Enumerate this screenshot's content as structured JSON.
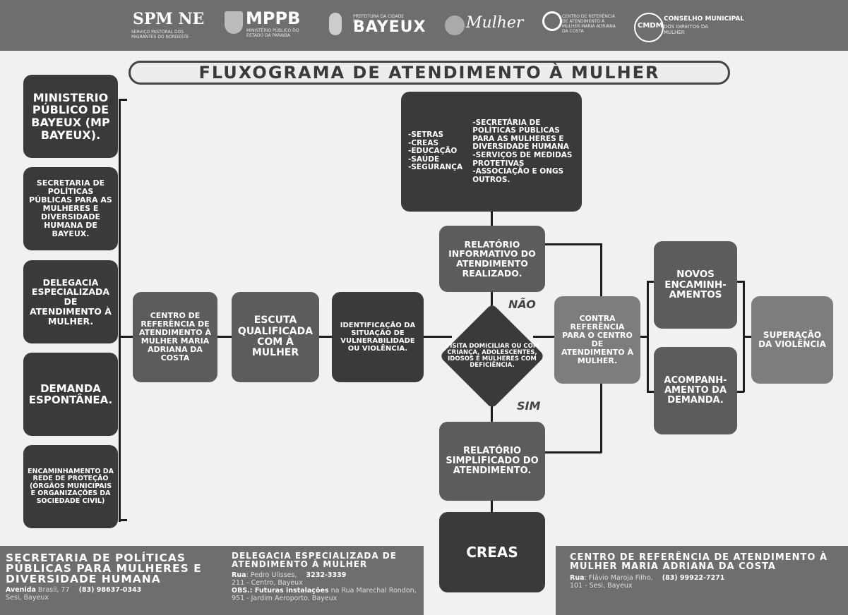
{
  "header": {
    "logos": {
      "spm_ne": {
        "name": "SPM NE",
        "sub": "SERVIÇO PASTORAL DOS MIGRANTES DO NORDESTE"
      },
      "mppb": {
        "name": "MPPB",
        "sub": "MINISTÉRIO PÚBLICO DO ESTADO DA PARAÍBA"
      },
      "bayeux": {
        "name": "BAYEUX",
        "sub": "PREFEITURA DA CIDADE DE"
      },
      "mulher": {
        "name": "Mulher"
      },
      "centro": {
        "sub": "CENTRO DE REFERÊNCIA DE ATENDIMENTO À MULHER MARIA ADRIANA DA COSTA"
      },
      "cmdm": {
        "name": "CMDM",
        "title": "CONSELHO MUNICIPAL",
        "sub": "DOS DIREITOS DA MULHER"
      }
    }
  },
  "title": "FLUXOGRAMA DE ATENDIMENTO À MULHER",
  "left_column": [
    "MINISTERIO PÚBLICO DE BAYEUX (MP BAYEUX).",
    "SECRETARIA DE POLÍTICAS PÚBLICAS PARA AS MULHERES E DIVERSIDADE HUMANA DE BAYEUX.",
    "DELEGACIA ESPECIALIZADA DE ATENDIMENTO À MULHER.",
    "DEMANDA ESPONTÂNEA.",
    "ENCAMINHAMENTO DA REDE DE PROTEÇÃO (ÓRGÃOS MUNICIPAIS E ORGANIZAÇÕES DA SOCIEDADE CIVIL)"
  ],
  "flow": {
    "centro": "CENTRO DE REFERÊNCIA DE ATENDIMENTO À MULHER MARIA ADRIANA DA COSTA",
    "escuta": "ESCUTA QUALIFICADA COM À MULHER",
    "identificacao": "IDENTIFICAÇÃO DA SITUAÇÃO DE VULNERABILIDADE OU VIOLÊNCIA.",
    "diamond": "VISITA DOMICILIAR OU COM CRIANÇA, ADOLESCENTES, IDOSOS E MULHERES COM DEFICIÊNCIA.",
    "nao": "NÃO",
    "sim": "SIM",
    "rede_left": [
      "-SETRAS",
      "-CREAS",
      "-EDUCAÇÃO",
      "-SAÚDE",
      "-SEGURANÇA"
    ],
    "rede_right": [
      "-SECRETÁRIA DE POLÍTICAS PÚBLICAS PARA AS MULHERES E DIVERSIDADE HUMANA",
      "-SERVIÇOS DE MEDIDAS PROTETIVAS",
      "-ASSOCIAÇÃO E ONGS",
      "OUTROS."
    ],
    "relatorio_informativo": "RELATÓRIO INFORMATIVO DO ATENDIMENTO REALIZADO.",
    "relatorio_simplificado": "RELATÓRIO SIMPLIFICADO DO ATENDIMENTO.",
    "creas": "CREAS",
    "contra": "CONTRA REFERÊNCIA PARA O CENTRO DE ATENDIMENTO À MULHER.",
    "novos": "NOVOS ENCAMINH-AMENTOS",
    "acompanhamento": "ACOMPANH-AMENTO DA DEMANDA.",
    "superacao": "SUPERAÇÃO DA VIOLÊNCIA"
  },
  "footer": {
    "left": {
      "title": "SECRETARIA DE POLÍTICAS PÚBLICAS PARA MULHERES E DIVERSIDADE HUMANA",
      "addr_label": "Avenida",
      "addr": "Brasil, 77",
      "phone": "(83) 98637-0343",
      "addr2": "Sesi, Bayeux"
    },
    "middle": {
      "title": "DELEGACIA ESPECIALIZADA DE ATENDIMENTO À MULHER",
      "addr_label": "Rua",
      "addr": ": Pedro Ulisses,",
      "phone": "3232-3339",
      "addr2": "211 - Centro, Bayeux",
      "obs_label": "OBS.: Futuras instalações",
      "obs": "na Rua Marechal Rondon, 951 - Jardim Aeroporto, Bayeux"
    },
    "right": {
      "title": "CENTRO DE REFERÊNCIA DE ATENDIMENTO À MULHER MARIA ADRIANA DA COSTA",
      "addr_label": "Rua",
      "addr": ": Flávio Maroja Filho,",
      "phone": "(83) 99922-7271",
      "addr2": "101 - Sesi, Bayeux"
    }
  }
}
